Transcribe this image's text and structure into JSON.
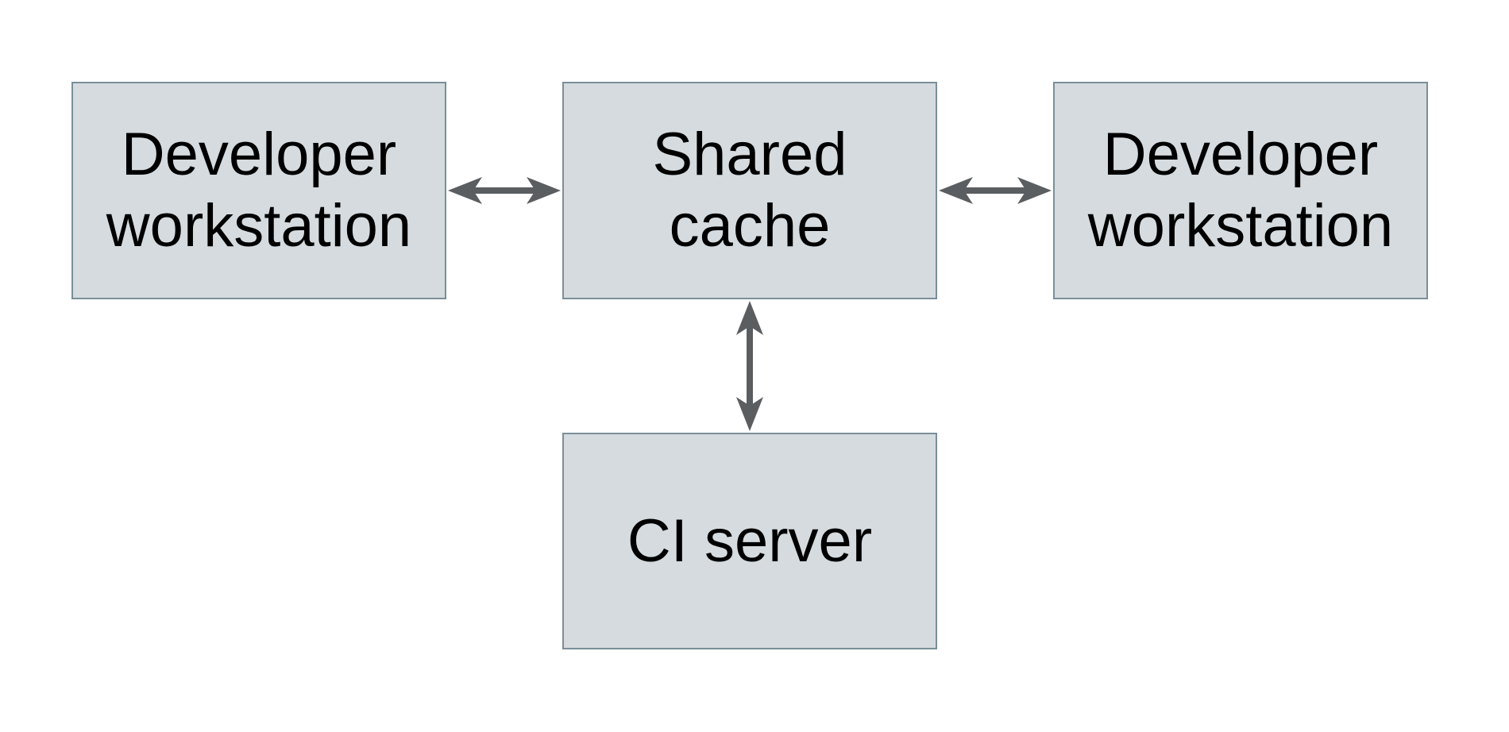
{
  "diagram": {
    "colors": {
      "background": "#ffffff",
      "box-fill": "#d5dbdf",
      "box-border": "#7a8f98",
      "arrow": "#5b5e61",
      "text": "#000000"
    },
    "nodes": [
      {
        "id": "developer-workstation-left",
        "label": "Developer workstation",
        "lines": [
          "Developer",
          "workstation"
        ]
      },
      {
        "id": "shared-cache",
        "label": "Shared cache",
        "lines": [
          "Shared",
          "cache"
        ]
      },
      {
        "id": "developer-workstation-right",
        "label": "Developer workstation",
        "lines": [
          "Developer",
          "workstation"
        ]
      },
      {
        "id": "ci-server",
        "label": "CI server",
        "lines": [
          "CI server"
        ]
      }
    ],
    "edges": [
      {
        "from": "developer-workstation-left",
        "to": "shared-cache",
        "style": "double-headed-arrow",
        "orientation": "horizontal"
      },
      {
        "from": "shared-cache",
        "to": "developer-workstation-right",
        "style": "double-headed-arrow",
        "orientation": "horizontal"
      },
      {
        "from": "shared-cache",
        "to": "ci-server",
        "style": "double-headed-arrow",
        "orientation": "vertical"
      }
    ]
  }
}
